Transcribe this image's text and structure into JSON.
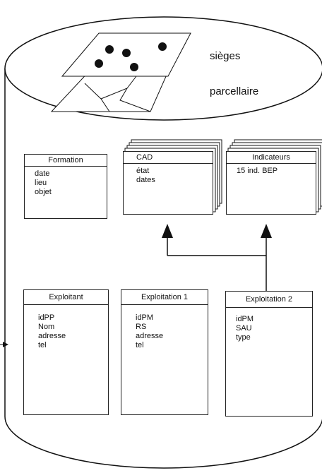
{
  "layers": {
    "sieges": "sièges",
    "parcellaire": "parcellaire"
  },
  "tables": {
    "formation": {
      "title": "Formation",
      "fields": [
        "date",
        "lieu",
        "objet"
      ]
    },
    "cad": {
      "title": "CAD",
      "fields": [
        "état",
        "dates"
      ]
    },
    "indicateurs": {
      "title": "Indicateurs",
      "fields": [
        "15 ind. BEP"
      ]
    },
    "exploitant": {
      "title": "Exploitant",
      "fields": [
        "idPP",
        "Nom",
        "adresse",
        "tel"
      ]
    },
    "exploitation1": {
      "title": "Exploitation 1",
      "fields": [
        "idPM",
        "RS",
        "adresse",
        "tel"
      ]
    },
    "exploitation2": {
      "title": "Exploitation 2",
      "fields": [
        "idPM",
        "SAU",
        "type"
      ]
    }
  }
}
